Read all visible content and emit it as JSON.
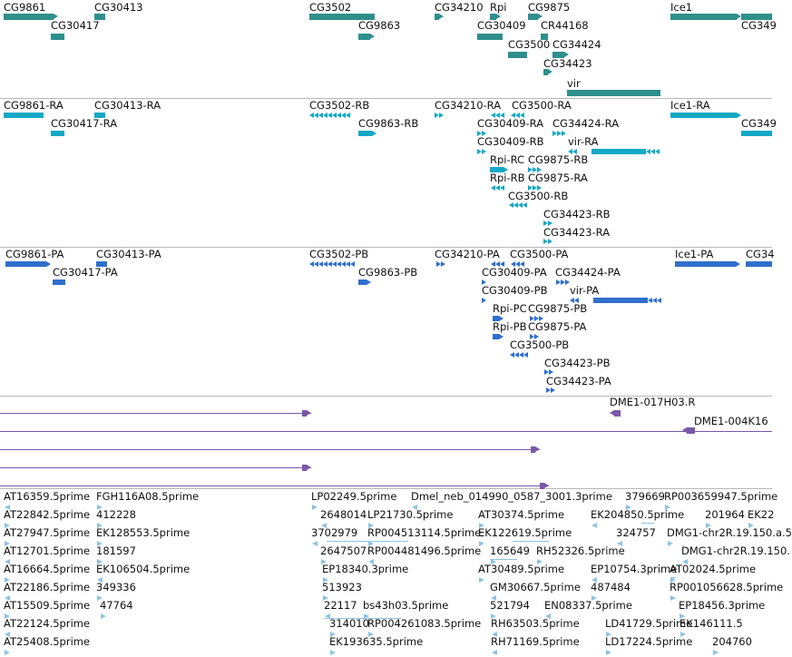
{
  "colors": {
    "gene": "#2f8f8c",
    "transcript": "#15a8c6",
    "protein": "#2f6fcb",
    "clone": "#7a58a8",
    "est": "#8ec3e2",
    "divider": "#b8b8b8"
  },
  "tracks": {
    "genes": {
      "labels": [
        "CG9861",
        "CG30413",
        "CG30417",
        "CG3502",
        "CG9863",
        "CG34210",
        "Rpi",
        "CG9875",
        "CG30409",
        "CR44168",
        "CG3500",
        "CG34424",
        "CG34423",
        "vir",
        "Ice1",
        "CG349"
      ]
    },
    "transcripts": {
      "labels": [
        "CG9861-RA",
        "CG30413-RA",
        "CG30417-RA",
        "CG3502-RB",
        "CG9863-RB",
        "CG34210-RA",
        "CG3500-RA",
        "CG30409-RA",
        "CG34424-RA",
        "CG30409-RB",
        "vir-RA",
        "Rpi-RC",
        "CG9875-RB",
        "Rpi-RB",
        "CG9875-RA",
        "CG3500-RB",
        "CG34423-RB",
        "CG34423-RA",
        "Ice1-RA",
        "CG349"
      ]
    },
    "proteins": {
      "labels": [
        "CG9861-PA",
        "CG30413-PA",
        "CG30417-PA",
        "CG3502-PB",
        "CG9863-PB",
        "CG34210-PA",
        "CG3500-PA",
        "CG30409-PA",
        "CG34424-PA",
        "CG30409-PB",
        "vir-PA",
        "Rpi-PC",
        "CG9875-PB",
        "Rpi-PB",
        "CG9875-PA",
        "CG3500-PB",
        "CG34423-PB",
        "CG34423-PA",
        "Ice1-PA",
        "CG34"
      ]
    },
    "clones": {
      "labels": [
        "DME1-017H03.R",
        "DME1-004K16"
      ]
    },
    "ests": {
      "labels": [
        "AT16359.5prime",
        "FGH116A08.5prime",
        "LP02249.5prime",
        "Dmel_neb_014990_0587_3001.3prime",
        "379669",
        "RP003659947.5prime",
        "AT22842.5prime",
        "412228",
        "2648014",
        "LP21730.5prime",
        "AT30374.5prime",
        "EK204850.5prime",
        "201964",
        "EK22",
        "AT27947.5prime",
        "EK128553.5prime",
        "3702979",
        "RP004513114.5prime",
        "EK122619.5prime",
        "324757",
        "DMG1-chr2R.19.150.a.5",
        "AT12701.5prime",
        "181597",
        "2647507",
        "RP004481496.5prime",
        "165649",
        "RH52326.5prime",
        "DMG1-chr2R.19.150.",
        "AT16664.5prime",
        "EK106504.5prime",
        "EP18340.3prime",
        "AT30489.5prime",
        "EP10754.3prime",
        "AT02024.5prime",
        "AT22186.5prime",
        "349336",
        "513923",
        "GM30667.5prime",
        "487484",
        "RP001056628.5prime",
        "AT15509.5prime",
        "47764",
        "22117",
        "bs43h03.5prime",
        "521794",
        "EN08337.5prime",
        "EP18456.3prime",
        "AT22124.5prime",
        "314010",
        "RP004261083.5prime",
        "RH63503.5prime",
        "LD41729.5prime",
        "EK146111.5",
        "AT25408.5prime",
        "EK193635.5prime",
        "RH71169.5prime",
        "LD17224.5prime",
        "204760"
      ]
    }
  }
}
